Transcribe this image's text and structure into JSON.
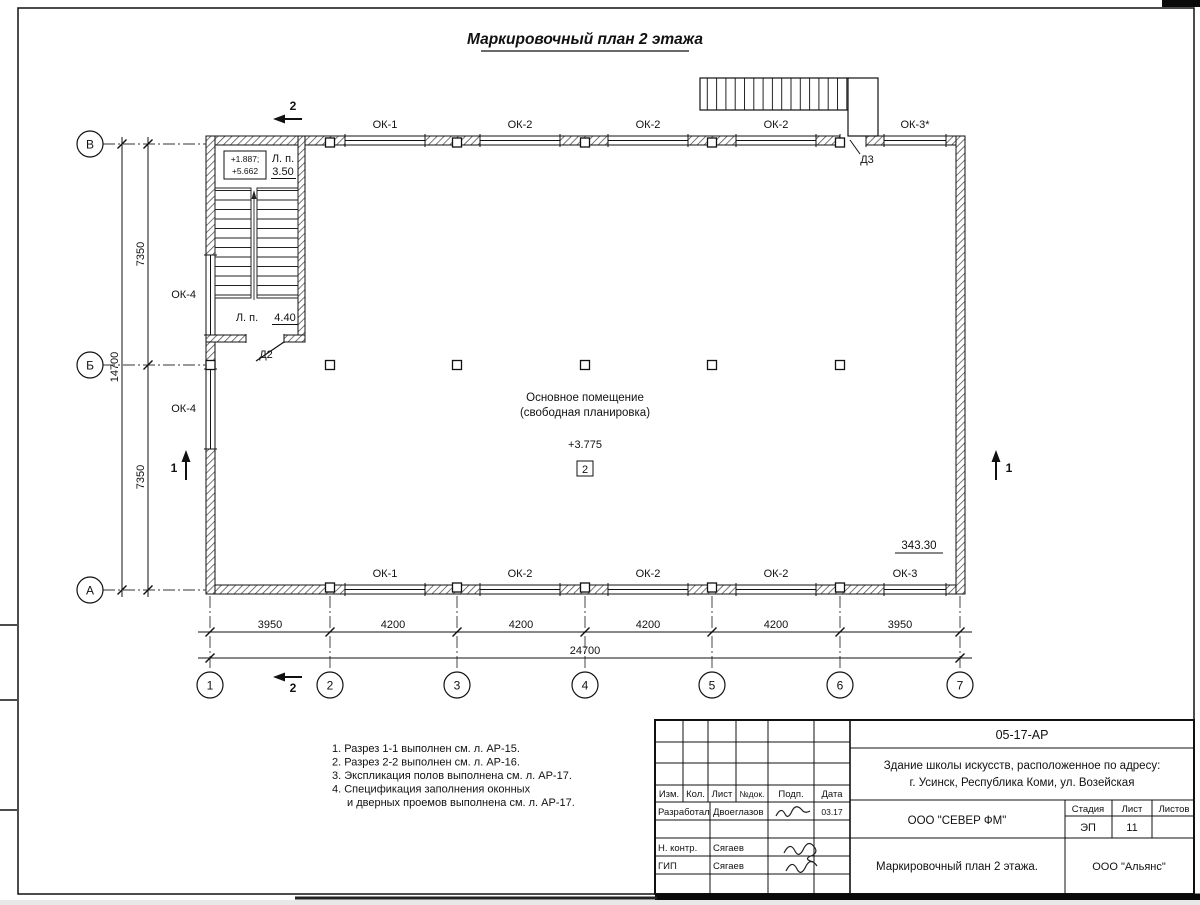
{
  "drawing": {
    "title": "Маркировочный план 2 этажа"
  },
  "plan": {
    "room_name_line1": "Основное помещение",
    "room_name_line2": "(свободная планировка)",
    "room_elevation": "+3.775",
    "room_number": "2",
    "room_area": "343.30",
    "windows_top": [
      "ОК-1",
      "ОК-2",
      "ОК-2",
      "ОК-2",
      "ОК-3*"
    ],
    "windows_bottom": [
      "ОК-1",
      "ОК-2",
      "ОК-2",
      "ОК-2",
      "ОК-3"
    ],
    "window_left_upper": "ОК-4",
    "window_left_lower": "ОК-4",
    "door_d2": "Д2",
    "door_d3": "Д3",
    "stair": {
      "elev_line1": "+1.887;",
      "elev_line2": "+5.662",
      "landing_label_upper": "Л. п.",
      "landing_value_upper": "3.50",
      "landing_label_lower": "Л. п.",
      "landing_value_lower": "4.40"
    },
    "section_1": "1",
    "section_2": "2",
    "axes_cols": [
      "1",
      "2",
      "3",
      "4",
      "5",
      "6",
      "7"
    ],
    "axes_rows": [
      "В",
      "Б",
      "А"
    ],
    "dims_bottom": [
      "3950",
      "4200",
      "4200",
      "4200",
      "4200",
      "3950"
    ],
    "dim_bottom_total": "24700",
    "dim_left_upper": "7350",
    "dim_left_lower": "7350",
    "dim_left_total": "14700"
  },
  "notes": {
    "line1": "1. Разрез 1-1 выполнен см. л. АР-15.",
    "line2": "2. Разрез 2-2 выполнен см. л. АР-16.",
    "line3": "3. Экспликация полов выполнена см. л. АР-17.",
    "line4": "4. Спецификация заполнения оконных",
    "line5": "и дверных проемов выполнена см. л. АР-17."
  },
  "titleblock": {
    "doc_code": "05-17-АР",
    "project_line1": "Здание школы искусств, расположенное по адресу:",
    "project_line2": "г. Усинск, Республика Коми, ул. Возейская",
    "col_izm": "Изм.",
    "col_kol": "Кол.",
    "col_list": "Лист",
    "col_ndok": "№док.",
    "col_podp": "Подп.",
    "col_data": "Дата",
    "row1_role": "Разработал",
    "row1_name": "Двоеглазов",
    "row1_date": "03.17",
    "row2_role": "Н. контр.",
    "row2_name": "Сягаев",
    "row3_role": "ГИП",
    "row3_name": "Сягаев",
    "company": "ООО \"СЕВЕР ФМ\"",
    "stage_label": "Стадия",
    "sheet_label": "Лист",
    "sheets_label": "Листов",
    "stage_value": "ЭП",
    "sheet_value": "11",
    "drawing_name": "Маркировочный план 2 этажа.",
    "org": "ООО \"Альянс\""
  }
}
